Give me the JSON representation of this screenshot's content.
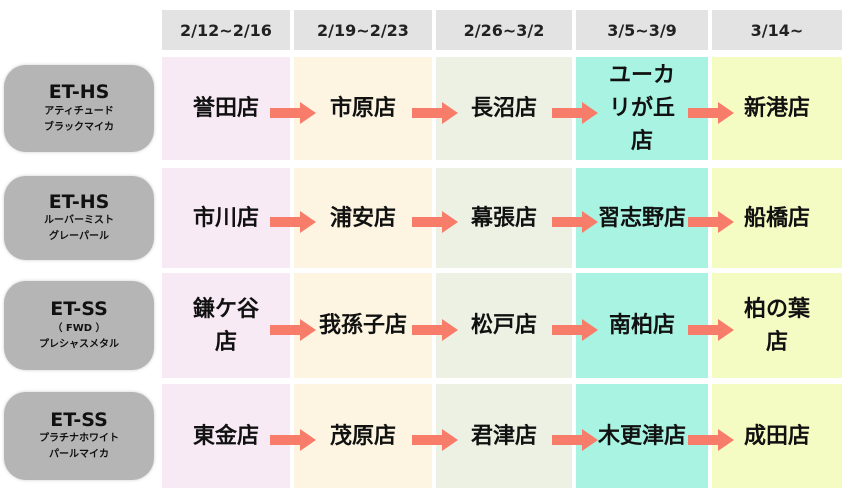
{
  "columns": [
    "2/12~2/16",
    "2/19~2/23",
    "2/26~3/2",
    "3/5~3/9",
    "3/14~"
  ],
  "rows": [
    {
      "model": "ET-HS",
      "sub1": "アティチュード",
      "sub2": "ブラックマイカ",
      "stores": [
        "誉田店",
        "市原店",
        "長沼店",
        "ユーカリが丘店",
        "新港店"
      ]
    },
    {
      "model": "ET-HS",
      "sub1": "ルーバーミスト",
      "sub2": "グレーパール",
      "stores": [
        "市川店",
        "浦安店",
        "幕張店",
        "習志野店",
        "船橋店"
      ]
    },
    {
      "model": "ET-SS",
      "sub1": "（ FWD ）",
      "sub2": "プレシャスメタル",
      "stores": [
        "鎌ケ谷店",
        "我孫子店",
        "松戸店",
        "南柏店",
        "柏の葉店"
      ]
    },
    {
      "model": "ET-SS",
      "sub1": "プラチナホワイト",
      "sub2": "パールマイカ",
      "stores": [
        "東金店",
        "茂原店",
        "君津店",
        "木更津店",
        "成田店"
      ]
    }
  ],
  "colors": {
    "arrow": "#f87c6a",
    "header": "#e3e3e3",
    "label": "#b5b5b5"
  }
}
